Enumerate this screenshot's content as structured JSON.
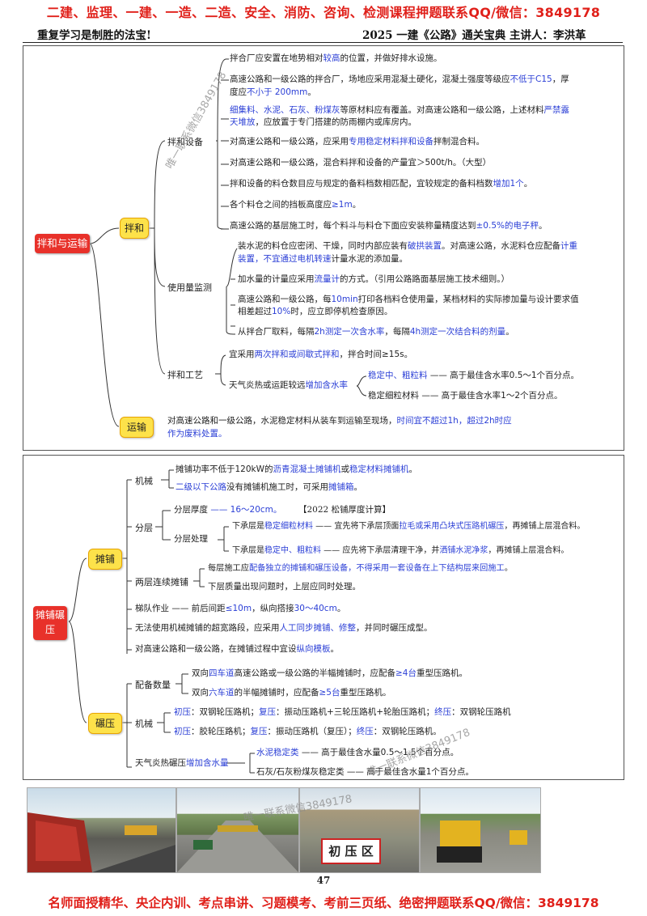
{
  "header": {
    "banner": "二建、监理、一建、一造、二造、安全、消防、咨询、检测课程押题联系QQ/微信：3849178",
    "motto": "重复学习是制胜的法宝!",
    "course": "2025 一建《公路》通关宝典  主讲人：李洪革"
  },
  "section1": {
    "root": "拌和与运输",
    "mix": "拌和",
    "transport": "运输",
    "equipment": {
      "label": "拌和设备",
      "items": [
        [
          "拌合厂应安置在地势相对",
          "较高",
          "的位置，并做好排水设施。",
          "",
          ""
        ],
        [
          "高速公路和一级公路的拌合厂，场地应采用混凝土硬化，混凝土强度等级应",
          "不低于C15",
          "，厚",
          "",
          ""
        ],
        [
          "度应",
          "不小于 200mm",
          "。",
          "",
          ""
        ],
        [
          "",
          "细集料、水泥、石灰、粉煤灰",
          "等原材料应有覆盖。对高速公路和一级公路，上述材料",
          "严禁露",
          ""
        ],
        [
          "",
          "天堆放",
          "，应放置于专门搭建的防雨棚内或库房内。",
          "",
          ""
        ],
        [
          "对高速公路和一级公路，应采用",
          "专用稳定材料拌和设备",
          "拌制混合料。",
          "",
          ""
        ],
        [
          "对高速公路和一级公路，混合料拌和设备的产量宜＞500t/h。（大型）",
          "",
          "",
          "",
          ""
        ],
        [
          "拌和设备的料仓数目应与规定的备料档数相匹配，宜较规定的备料档数",
          "增加1个",
          "。",
          "",
          ""
        ],
        [
          "各个料仓之间的挡板高度应",
          "≥1m",
          "。",
          "",
          ""
        ],
        [
          "高速公路的基层施工时，每个料斗与料仓下面应安装称量精度达到",
          "±0.5%的电子秤",
          "。",
          "",
          ""
        ]
      ]
    },
    "monitor": {
      "label": "使用量监测",
      "items": [
        [
          "装水泥的料仓应密闭、干燥，同时内部应装有",
          "破拱装置",
          "。对高速公路，水泥料仓应配备",
          "计重",
          ""
        ],
        [
          "",
          "装置，不宜通过电机转速",
          "计量水泥的添加量。",
          "",
          ""
        ],
        [
          "加水量的计量应采用",
          "流量计",
          "的方式。（引用公路路面基层施工技术细则。）",
          "",
          ""
        ],
        [
          "高速公路和一级公路，每",
          "10min",
          "打印各档料仓使用量，某档材料的实际掺加量与设计要求值",
          "",
          ""
        ],
        [
          "相差超过",
          "10%",
          "时，应立即停机检查原因。",
          "",
          ""
        ],
        [
          "从拌合厂取料，每隔",
          "2h测定一次含水率",
          "，每隔",
          "4h测定一次结合料的剂量",
          "。"
        ]
      ]
    },
    "process": {
      "label": "拌和工艺",
      "a": [
        "宜采用",
        "两次拌和或间歇式拌和",
        "，拌合时间≥15s。"
      ],
      "b": [
        "天气炎热或运距较远",
        "增加含水率"
      ],
      "b1": [
        "稳定中、粗粒料",
        " —— 高于最佳含水率0.5～1个百分点。"
      ],
      "b2": [
        "稳定细粒材料",
        " —— 高于最佳含水率1～2个百分点。"
      ]
    },
    "transport_text": [
      "对高速公路和一级公路，水泥稳定材料从装车到运输至现场，",
      "时间宜不超过1h，超过2h时应",
      "作为废料处置。"
    ]
  },
  "section2": {
    "root": "摊铺碾压",
    "paving": "摊铺",
    "rolling": "碾压",
    "machine": {
      "label": "机械",
      "a": [
        "摊铺功率不低于120kW的",
        "沥青混凝土摊铺机",
        "或",
        "稳定材料摊铺机",
        "。"
      ],
      "b": [
        "二级以下公路",
        "没有摊铺机施工时，可采用",
        "摊铺箱",
        "。"
      ]
    },
    "layer": {
      "label": "分层",
      "thick_label": "分层厚度",
      "thick": " —— 16～20cm。",
      "note": "【2022 松铺厚度计算】",
      "proc_label": "分层处理",
      "p1": [
        "下承层是",
        "稳定细粒材料",
        " —— 宜先将下承层顶面",
        "拉毛或采用凸块式压路机碾压",
        "，再摊铺上层混合料。"
      ],
      "p2": [
        "下承层是",
        "稳定中、粗粒料",
        " —— 应先将下承层清理干净，并",
        "洒铺水泥净浆",
        "，再摊铺上层混合料。"
      ]
    },
    "two_layer": {
      "label": "两层连续摊铺",
      "a": [
        "每层施工应",
        "配备独立的摊铺和碾压设备，不得采用一套设备在上下结构层来回施工",
        "。"
      ],
      "b": "下层质量出现问题时，上层应同时处理。"
    },
    "echelon": [
      "梯队作业",
      " —— 前后间距",
      "≤10m",
      "，纵向搭接",
      "30～40cm",
      "。"
    ],
    "narrow": [
      "无法使用机械摊铺的超宽路段，应采用",
      "人工同步摊铺、修整",
      "，并同时碾压成型。"
    ],
    "formwork": [
      "对高速公路和一级公路，在摊铺过程中宜设",
      "纵向模板",
      "。"
    ],
    "qty": {
      "label": "配备数量",
      "a": [
        "双向",
        "四车道",
        "高速公路或一级公路的半幅摊铺时，应配备",
        "≥4台",
        "重型压路机。"
      ],
      "b": [
        "双向",
        "六车道",
        "的半幅摊铺时，应配备",
        "≥5台",
        "重型压路机。"
      ]
    },
    "roller": {
      "label": "机械",
      "a": [
        "初压",
        "：双钢轮压路机；",
        "复压",
        "：振动压路机+三轮压路机+轮胎压路机；",
        "终压",
        "：双钢轮压路机"
      ],
      "b": [
        "初压",
        "：胶轮压路机；",
        "复压",
        "：振动压路机（复压）；",
        "终压",
        "：双钢轮压路机。"
      ]
    },
    "hot": {
      "label": [
        "天气炎热碾压",
        "增加含水量"
      ],
      "a": [
        "水泥稳定类",
        " —— 高于最佳含水量0.5～1.5个百分点。"
      ],
      "b": [
        "石灰/石灰粉煤灰稳定类",
        " —— 高于最佳含水量1个百分点。"
      ]
    }
  },
  "photos": {
    "sign": "初 压 区"
  },
  "watermarks": [
    "唯一联系微信3849178",
    "唯一联系微信3849178",
    "唯一联系微信3849178"
  ],
  "footer": {
    "page": "47",
    "banner": "名师面授精华、央企内训、考点串讲、习题模考、考前三页纸、绝密押题联系QQ/微信：3849178"
  },
  "colors": {
    "accent_red": "#e0201a",
    "highlight_blue": "#2b3fd6",
    "node_red": "#e8312a",
    "node_yellow": "#fde24a"
  }
}
